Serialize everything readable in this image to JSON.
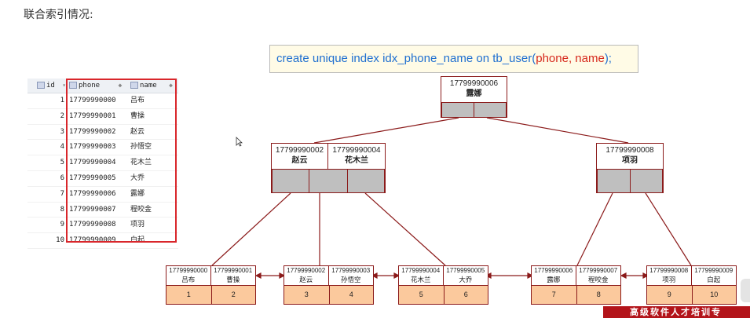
{
  "heading": "联合索引情况:",
  "sql": {
    "p1": "create unique index idx_phone_name on tb_user(",
    "p2": "phone, name",
    "p3": ");"
  },
  "table": {
    "headers": [
      "id",
      "phone",
      "name"
    ],
    "rows": [
      {
        "id": "1",
        "phone": "17799990000",
        "name": "吕布"
      },
      {
        "id": "2",
        "phone": "17799990001",
        "name": "曹操"
      },
      {
        "id": "3",
        "phone": "17799990002",
        "name": "赵云"
      },
      {
        "id": "4",
        "phone": "17799990003",
        "name": "孙悟空"
      },
      {
        "id": "5",
        "phone": "17799990004",
        "name": "花木兰"
      },
      {
        "id": "6",
        "phone": "17799990005",
        "name": "大乔"
      },
      {
        "id": "7",
        "phone": "17799990006",
        "name": "露娜"
      },
      {
        "id": "8",
        "phone": "17799990007",
        "name": "程咬金"
      },
      {
        "id": "9",
        "phone": "17799990008",
        "name": "项羽"
      },
      {
        "id": "10",
        "phone": "17799990009",
        "name": "白起"
      }
    ]
  },
  "tree": {
    "root": [
      {
        "phone": "17799990006",
        "name": "露娜"
      }
    ],
    "mid_left": [
      {
        "phone": "17799990002",
        "name": "赵云"
      },
      {
        "phone": "17799990004",
        "name": "花木兰"
      }
    ],
    "mid_right": [
      {
        "phone": "17799990008",
        "name": "项羽"
      }
    ],
    "leaves": [
      {
        "keys": [
          {
            "phone": "17799990000",
            "name": "吕布"
          },
          {
            "phone": "17799990001",
            "name": "曹操"
          }
        ],
        "values": [
          "1",
          "2"
        ]
      },
      {
        "keys": [
          {
            "phone": "17799990002",
            "name": "赵云"
          },
          {
            "phone": "17799990003",
            "name": "孙悟空"
          }
        ],
        "values": [
          "3",
          "4"
        ]
      },
      {
        "keys": [
          {
            "phone": "17799990004",
            "name": "花木兰"
          },
          {
            "phone": "17799990005",
            "name": "大乔"
          }
        ],
        "values": [
          "5",
          "6"
        ]
      },
      {
        "keys": [
          {
            "phone": "17799990006",
            "name": "露娜"
          },
          {
            "phone": "17799990007",
            "name": "程咬金"
          }
        ],
        "values": [
          "7",
          "8"
        ]
      },
      {
        "keys": [
          {
            "phone": "17799990008",
            "name": "项羽"
          },
          {
            "phone": "17799990009",
            "name": "白起"
          }
        ],
        "values": [
          "9",
          "10"
        ]
      }
    ]
  },
  "watermark": "高级软件人才培训专",
  "colors": {
    "node_border": "#8b1a1a",
    "leaf_value_bg": "#fbc99d",
    "highlight_red": "#d9262b",
    "sql_blue": "#1f6fd0"
  }
}
